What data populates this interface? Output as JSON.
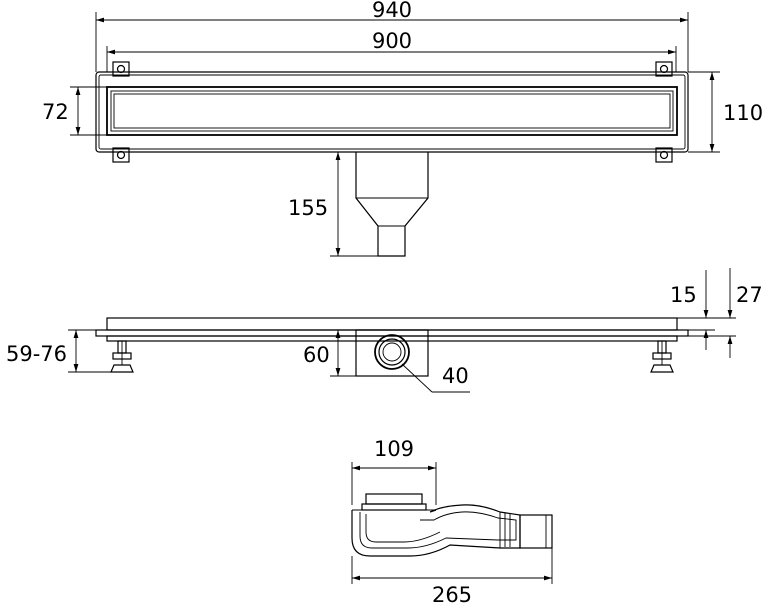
{
  "dimensions": {
    "total_length": "940",
    "inner_length": "900",
    "grate_width": "72",
    "total_width": "110",
    "outlet_depth": "155",
    "grate_thickness": "15",
    "frame_height": "27",
    "leg_height_range": "59-76",
    "siphon_height": "60",
    "outlet_diameter": "40",
    "siphon_top_width": "109",
    "siphon_length": "265"
  }
}
